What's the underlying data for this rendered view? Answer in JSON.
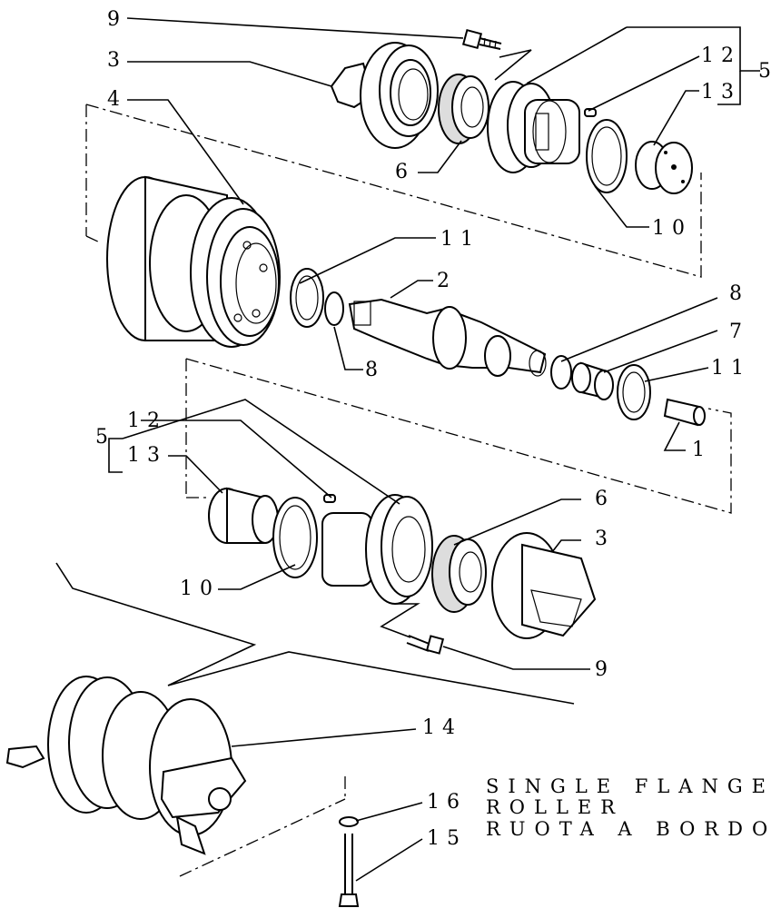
{
  "callouts": {
    "c1": "1",
    "c2": "2",
    "c3_top": "3",
    "c3_bottom": "3",
    "c4": "4",
    "c5_top": "5",
    "c5_bottom": "5",
    "c6_top": "6",
    "c6_bottom": "6",
    "c7": "7",
    "c8_right": "8",
    "c8_left": "8",
    "c9_top": "9",
    "c9_bottom": "9",
    "c10_top": "10",
    "c10_bottom": "10",
    "c11_top": "11",
    "c11_right": "11",
    "c12_top": "12",
    "c12_bottom": "12",
    "c13_top": "13",
    "c13_bottom": "13",
    "c14": "14",
    "c15": "15",
    "c16": "16"
  },
  "caption": {
    "line1": "SINGLE FLANGE",
    "line2": "ROLLER",
    "line3": "RUOTA A BORDO"
  }
}
